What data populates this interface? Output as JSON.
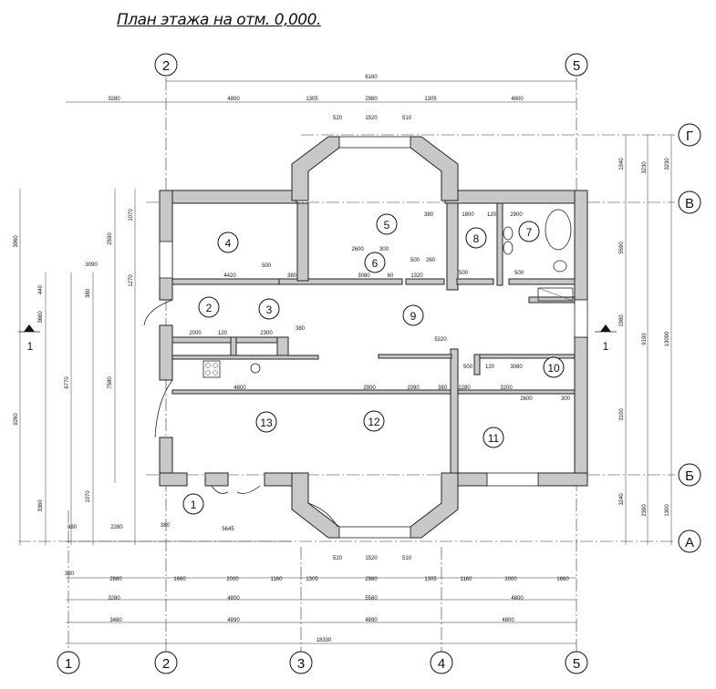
{
  "title": "План этажа на отм. 0,000.",
  "axes_top": [
    "2",
    "5"
  ],
  "axes_bottom": [
    "1",
    "2",
    "3",
    "4",
    "5"
  ],
  "axes_right": [
    "Г",
    "В",
    "Б",
    "А"
  ],
  "section_marks": [
    "1",
    "1"
  ],
  "rooms": [
    "1",
    "2",
    "3",
    "4",
    "5",
    "6",
    "7",
    "8",
    "9",
    "10",
    "11",
    "12",
    "13"
  ],
  "dims": {
    "top_total": "6160",
    "top_row": [
      "3280",
      "4800",
      "1305",
      "2980",
      "1305",
      "4800"
    ],
    "bay_top": [
      "520",
      "1520",
      "510"
    ],
    "bay_bottom": [
      "520",
      "1520",
      "510"
    ],
    "bottom_row1": [
      "380",
      "2880",
      "1660",
      "2000",
      "1160",
      "1305",
      "2980",
      "1305",
      "1160",
      "2000",
      "1660"
    ],
    "bottom_row2": [
      "3280",
      "4800",
      "5560",
      "4800"
    ],
    "bottom_row3": [
      "3480",
      "4890",
      "4890",
      "4800"
    ],
    "bottom_total": "18330",
    "left_row": [
      "3090",
      "380",
      "2280",
      "380",
      "5645"
    ],
    "interior": [
      "4420",
      "500",
      "380",
      "2600",
      "300",
      "3080",
      "60",
      "500",
      "260",
      "1320",
      "1800",
      "120",
      "2900",
      "500",
      "500",
      "380",
      "2000",
      "120",
      "2300",
      "380",
      "5320",
      "4800",
      "2900",
      "2090",
      "380",
      "1280",
      "3200",
      "2600",
      "300",
      "500",
      "120",
      "3080"
    ],
    "vertical_left": [
      "3960",
      "3660",
      "9260",
      "3360",
      "440",
      "380",
      "1070",
      "6770",
      "7580",
      "2590",
      "1070",
      "1270"
    ],
    "vertical_right": [
      "1940",
      "3230",
      "3230",
      "9190",
      "1980",
      "5590",
      "3100",
      "2390",
      "3240",
      "1300",
      "13090"
    ]
  }
}
